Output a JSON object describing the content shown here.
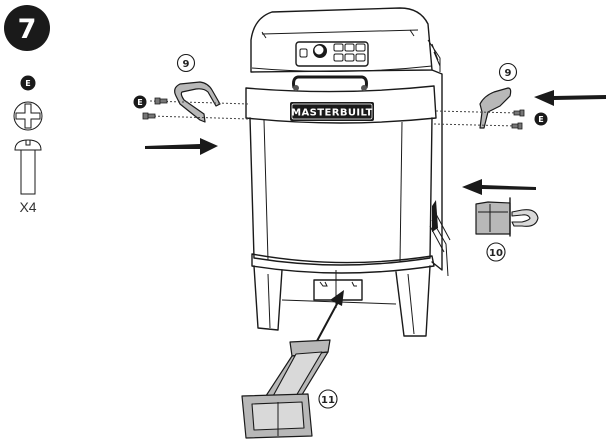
{
  "diagram": {
    "type": "assembly-instruction",
    "step": {
      "number": "7"
    },
    "hardware": {
      "badge": "E",
      "quantity": "X4",
      "description": "phillips pan-head screw"
    },
    "product": {
      "brand": "MASTERBUILT",
      "control_panel": {
        "knob_count": 1,
        "button_count": 7
      }
    },
    "callouts": [
      {
        "id": "left-handle",
        "label": "9",
        "part": "handle"
      },
      {
        "id": "right-handle",
        "label": "9",
        "part": "handle"
      },
      {
        "id": "side-component",
        "label": "10",
        "part": "side bracket / hook"
      },
      {
        "id": "bottom-tray",
        "label": "11",
        "part": "ash / grease tray"
      }
    ],
    "screw_badges": [
      {
        "id": "left-screw-badge",
        "label": "E"
      },
      {
        "id": "right-screw-badge",
        "label": "E"
      }
    ],
    "arrows": [
      {
        "id": "left-handle-arrow",
        "direction": "right"
      },
      {
        "id": "right-handle-arrow",
        "direction": "left"
      },
      {
        "id": "side-component-arrow",
        "direction": "left"
      },
      {
        "id": "tray-arrow",
        "direction": "up-right"
      }
    ]
  }
}
